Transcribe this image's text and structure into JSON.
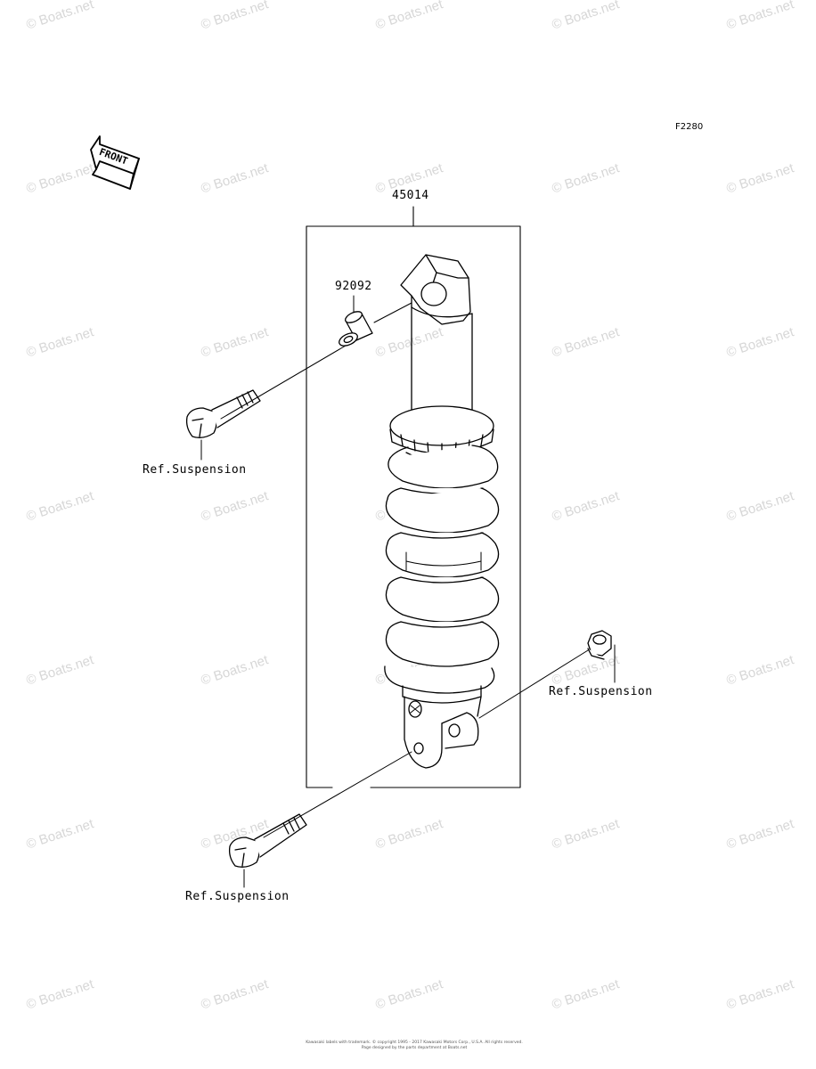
{
  "figure_code": "F2280",
  "front_marker": "FRONT",
  "callouts": {
    "shock_absorber": "45014",
    "bushing": "92092",
    "ref_upper_bolt": "Ref.Suspension",
    "ref_nut": "Ref.Suspension",
    "ref_lower_bolt": "Ref.Suspension"
  },
  "watermark": "© Boats.net",
  "footer_lines": [
    "Kawasaki labels with trademark. © copyright 1995 - 2017 Kawasaki Motors Corp., U.S.A. All rights reserved.",
    "Page designed by the parts department at Boats.net"
  ]
}
